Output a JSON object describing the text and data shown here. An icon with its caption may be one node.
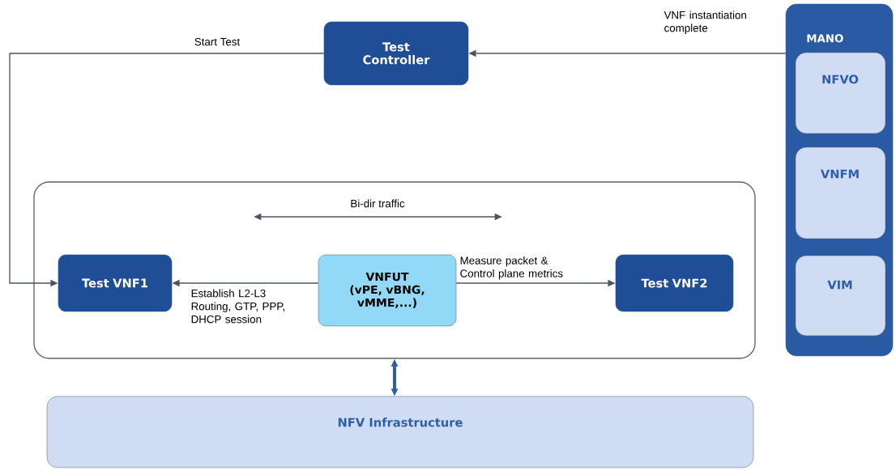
{
  "diagram": {
    "nodes": [
      {
        "text": [
          "Test Controller"
        ]
      },
      {
        "text": [
          "MANO"
        ]
      },
      {
        "text": [
          "NFVO"
        ],
        "in": 1
      },
      {
        "text": [
          "VNFM"
        ],
        "in": 1
      },
      {
        "text": [
          "VIM"
        ],
        "in": 1
      },
      {
        "text": [],
        "shape": "box"
      },
      {
        "text": [
          "Test VNF1"
        ],
        "in": 5
      },
      {
        "text": [
          "VNFUT (vPE, vBNG, vMME,...)"
        ],
        "in": 5
      },
      {
        "text": [
          "Test VNF2"
        ],
        "in": 5
      },
      {
        "text": [
          "NFV Infrastructure"
        ]
      }
    ],
    "edges": [
      {
        "from": 1,
        "to": 0,
        "arrow": "to",
        "label": "VNF instantiation complete"
      },
      {
        "from": 0,
        "to": 6,
        "arrow": "to",
        "label": "Start Test"
      },
      {
        "from": 7,
        "to": 6,
        "arrow": "to",
        "label": "Establish L2-L3 Routing, GTP, PPP, DHCP session"
      },
      {
        "from": 7,
        "to": 8,
        "arrow": "to",
        "label": "Measure packet & Control plane metrics"
      },
      {
        "from": 5,
        "to": 9,
        "arrow": "both",
        "style": "thick",
        "color": "#2e5ea8"
      }
    ],
    "labels": [
      "Bi-dir traffic"
    ]
  }
}
